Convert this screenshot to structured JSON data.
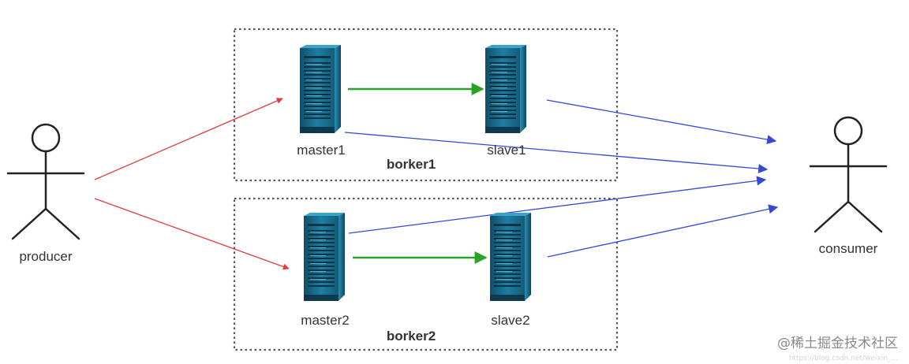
{
  "colors": {
    "producer_arrows": "#e23b3b",
    "replication_arrows": "#27a327",
    "consumer_arrows": "#3548d6",
    "server_body": "#1d6e8e",
    "group_border": "#555555"
  },
  "actors": {
    "producer": {
      "label": "producer",
      "icon": "person-icon"
    },
    "consumer": {
      "label": "consumer",
      "icon": "person-icon"
    }
  },
  "brokers": [
    {
      "label": "borker1",
      "master": {
        "label": "master1",
        "icon": "server-icon"
      },
      "slave": {
        "label": "slave1",
        "icon": "server-icon"
      }
    },
    {
      "label": "borker2",
      "master": {
        "label": "master2",
        "icon": "server-icon"
      },
      "slave": {
        "label": "slave2",
        "icon": "server-icon"
      }
    }
  ],
  "watermark": {
    "text": "@稀土掘金技术社区",
    "url": "https://blog.csdn.net/weixin_...",
    "logo": "juejin-logo"
  }
}
